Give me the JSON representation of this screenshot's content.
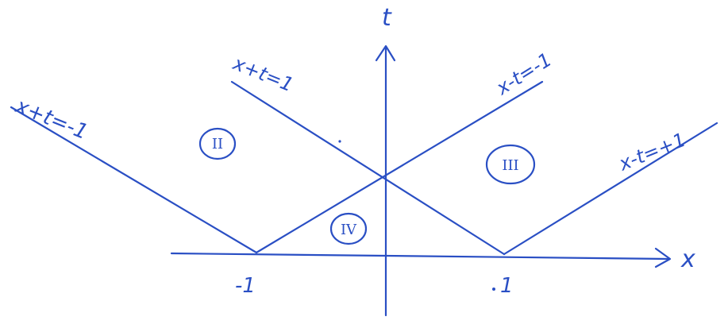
{
  "axes": {
    "t_label": "t",
    "x_label": "x",
    "tick_minus_one": "-1",
    "tick_one": "1"
  },
  "lines": {
    "x_plus_t_minus1": "x+t=-1",
    "x_plus_t_1": "x+t=1",
    "x_minus_t_minus1": "x-t=-1",
    "x_minus_t_plus1": "x-t=+1"
  },
  "regions": {
    "two": "II",
    "three": "III",
    "four": "IV"
  },
  "colors": {
    "ink": "#2a4fc4",
    "background": "#ffffff"
  }
}
